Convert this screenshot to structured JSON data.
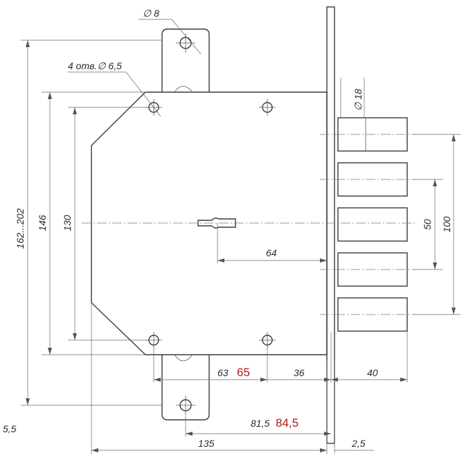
{
  "labels": {
    "phi8": "∅ 8",
    "holes": "4 отв.∅ 6,5",
    "phi18": "∅ 18",
    "h162": "162...202",
    "h146": "146",
    "h130": "130",
    "h64": "64",
    "h50": "50",
    "h100": "100",
    "h63": "63",
    "h65": "65",
    "h36": "36",
    "h40": "40",
    "h815": "81,5",
    "h845": "84,5",
    "h55": "5,5",
    "h135": "135",
    "h25": "2,5"
  },
  "colors": {
    "line": "#3a3a3a",
    "accent_red": "#b01818"
  }
}
